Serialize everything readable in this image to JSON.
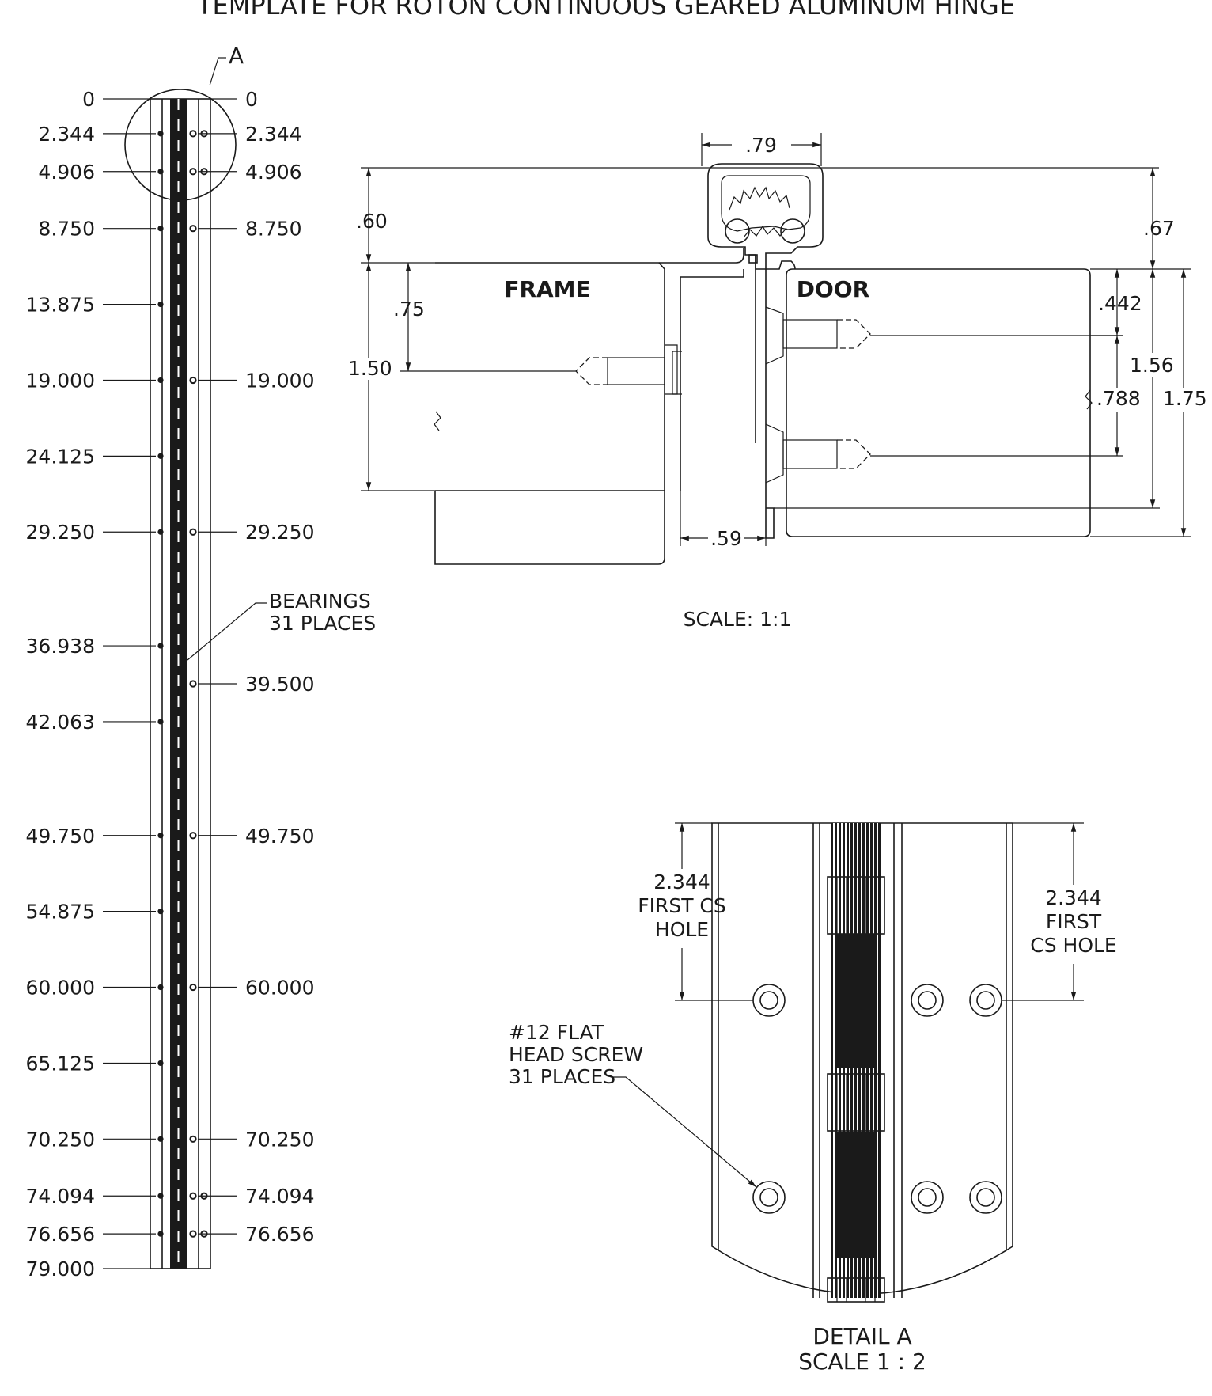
{
  "title": "TEMPLATE FOR ROTON CONTINUOUS GEARED ALUMINUM HINGE",
  "elevation": {
    "detail_callout": "A",
    "frame_leaf_dims": [
      "0",
      "2.344",
      "4.906",
      "8.750",
      "13.875",
      "19.000",
      "24.125",
      "29.250",
      "36.938",
      "42.063",
      "49.750",
      "54.875",
      "60.000",
      "65.125",
      "70.250",
      "74.094",
      "76.656",
      "79.000"
    ],
    "door_leaf_dims": [
      "0",
      "2.344",
      "4.906",
      "8.750",
      "19.000",
      "29.250",
      "39.500",
      "49.750",
      "60.000",
      "70.250",
      "74.094",
      "76.656"
    ],
    "bearings_note": [
      "BEARINGS",
      "31 PLACES"
    ]
  },
  "section": {
    "frame_label": "FRAME",
    "door_label": "DOOR",
    "dims": {
      "top_width": ".79",
      "left_top": ".60",
      "right_top": ".67",
      "frame_screw": ".75",
      "frame_depth": "1.50",
      "door_screw_top": ".442",
      "door_screw_spacing": ".788",
      "door_inner": "1.56",
      "door_overall": "1.75",
      "gap": ".59"
    },
    "scale": "SCALE: 1:1"
  },
  "detail": {
    "left_dim": [
      "2.344",
      "FIRST CS",
      "HOLE"
    ],
    "right_dim": [
      "2.344",
      "FIRST",
      "CS HOLE"
    ],
    "screw_note": [
      "#12 FLAT",
      "HEAD SCREW",
      "31 PLACES"
    ],
    "title": "DETAIL A",
    "scale": "SCALE 1 : 2"
  }
}
